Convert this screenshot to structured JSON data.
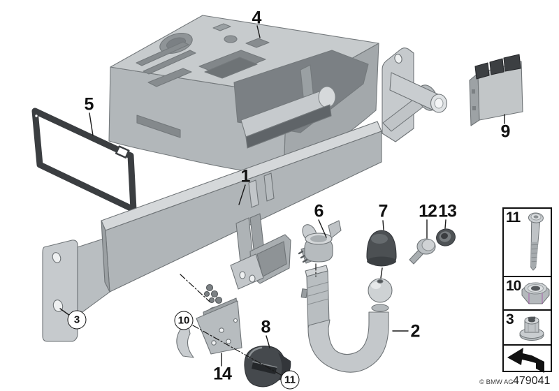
{
  "callouts": {
    "c1": "1",
    "c2": "2",
    "c3": "3",
    "c4": "4",
    "c5": "5",
    "c6": "6",
    "c7": "7",
    "c8": "8",
    "c9": "9",
    "c10": "10",
    "c11": "11",
    "c12": "12",
    "c13": "13",
    "c14": "14"
  },
  "legend": {
    "rows": [
      {
        "label": "11",
        "icon": "hex-bolt"
      },
      {
        "label": "10",
        "icon": "hex-nut"
      },
      {
        "label": "3",
        "icon": "collar-nut"
      },
      {
        "label": "",
        "icon": "direction-arrow"
      }
    ]
  },
  "footer": {
    "copyright": "© BMW AG",
    "diagram_number": "479041"
  }
}
